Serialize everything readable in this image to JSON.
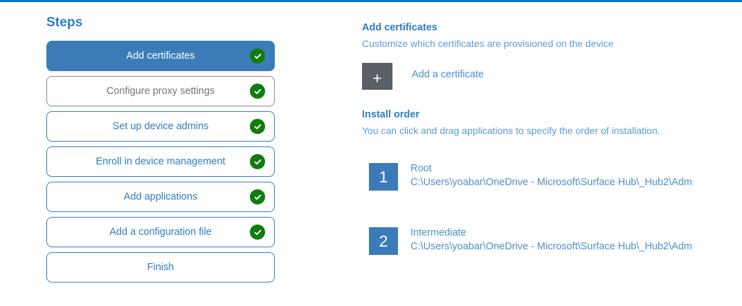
{
  "accent": {
    "blue": "#0078d4",
    "link_blue": "#4a90cd",
    "heading_blue": "#2e7cc4",
    "active_step_bg": "#3b7cb8",
    "check_green": "#107c10",
    "tile_gray": "#5a6066",
    "muted_gray": "#757575"
  },
  "steps_panel": {
    "heading": "Steps",
    "items": [
      {
        "label": "Add certificates",
        "state": "active",
        "completed": true
      },
      {
        "label": "Configure proxy settings",
        "state": "muted",
        "completed": true
      },
      {
        "label": "Set up device admins",
        "state": "default",
        "completed": true
      },
      {
        "label": "Enroll in device management",
        "state": "default",
        "completed": true
      },
      {
        "label": "Add applications",
        "state": "default",
        "completed": true
      },
      {
        "label": "Add a configuration file",
        "state": "default",
        "completed": true
      },
      {
        "label": "Finish",
        "state": "default",
        "completed": false
      }
    ]
  },
  "detail_panel": {
    "heading": "Add certificates",
    "subtitle": "Customize which certificates are provisioned on the device",
    "add_certificate": {
      "tile_icon": "plus-icon",
      "tile_glyph": "+",
      "link_label": "Add a certificate"
    },
    "install_order": {
      "heading": "Install order",
      "subtitle": "You can click and drag applications to specify the order of installation.",
      "items": [
        {
          "number": "1",
          "title": "Root",
          "path": "C:\\Users\\yoabar\\OneDrive - Microsoft\\Surface Hub\\_Hub2\\Adm"
        },
        {
          "number": "2",
          "title": "Intermediate",
          "path": "C:\\Users\\yoabar\\OneDrive - Microsoft\\Surface Hub\\_Hub2\\Adm"
        }
      ]
    }
  }
}
